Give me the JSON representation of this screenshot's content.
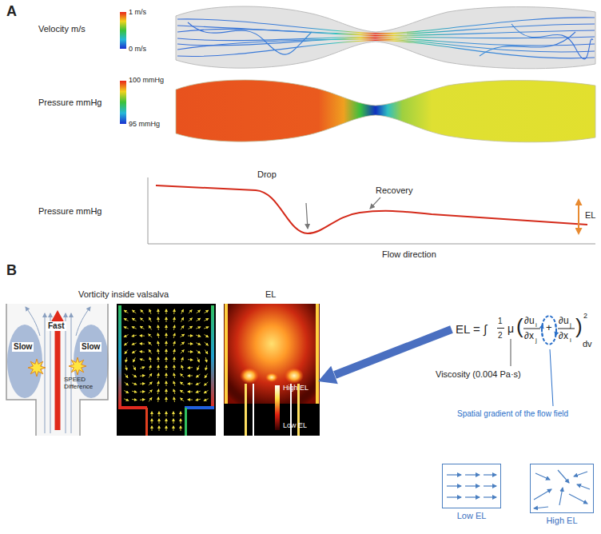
{
  "diagram": {
    "nodes": [
      {
        "text": [
          "Low EL"
        ]
      },
      {
        "text": [
          "High EL"
        ]
      }
    ],
    "edges": [],
    "labels": [
      "A",
      "Velocity m/s",
      "1 m/s",
      "0 m/s",
      "Pressure mmHg",
      "100 mmHg",
      "95 mmHg",
      "Pressure mmHg",
      "Drop",
      "Recovery",
      "EL",
      "Flow direction",
      "B",
      "Vorticity inside valsalva",
      "Fast",
      "Slow",
      "Slow",
      "SPEED Difference",
      "EL",
      "High EL",
      "Low EL",
      "EL = ∫",
      "1",
      "2",
      "μ",
      "(",
      "∂u",
      "i",
      "∂x",
      "j",
      "+",
      "∂u",
      "j",
      "∂x",
      "i",
      ")",
      "2",
      "dv",
      "Viscosity (0.004 Pa·s)",
      "Spatial gradient of the flow field"
    ]
  }
}
